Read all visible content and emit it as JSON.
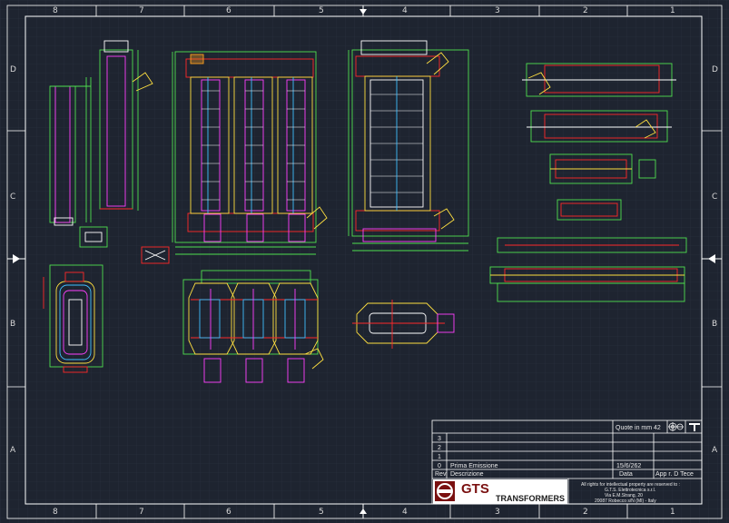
{
  "sheet": {
    "zone_columns": [
      "8",
      "7",
      "6",
      "5",
      "4",
      "3",
      "2",
      "1"
    ],
    "zone_rows": [
      "D",
      "C",
      "B",
      "A"
    ]
  },
  "title_block": {
    "scale_text": "Quote in mm",
    "scale_number": "42",
    "revision_rows": [
      {
        "rev": "3",
        "description": "",
        "date": ""
      },
      {
        "rev": "2",
        "description": "",
        "date": ""
      },
      {
        "rev": "1",
        "description": "",
        "date": ""
      },
      {
        "rev": "0",
        "description": "Prima Emissione",
        "date": "15/6/262"
      }
    ],
    "header_rev": "Rev.",
    "header_description": "Descrizione",
    "header_date": "Data",
    "header_approval": "App r. D Tece",
    "rights": "All rights for intellectual property are reserved to :",
    "company": "G.T.S. Elettrotecnica s.r.l.",
    "address_1": "Via E.M.Strang, 20",
    "address_2": "20087 Robecco s/N (MI) - Italy",
    "logo_text": "GTS",
    "logo_sub": "TRANSFORMERS"
  },
  "colors": {
    "background": "#1e2430",
    "border": "#ffffff",
    "outline": "#4fe04f",
    "dimension": "#ff2a2a",
    "core": "#ffe040",
    "winding": "#ff40ff",
    "insulation": "#40c0ff",
    "detail": "#ffffff"
  }
}
